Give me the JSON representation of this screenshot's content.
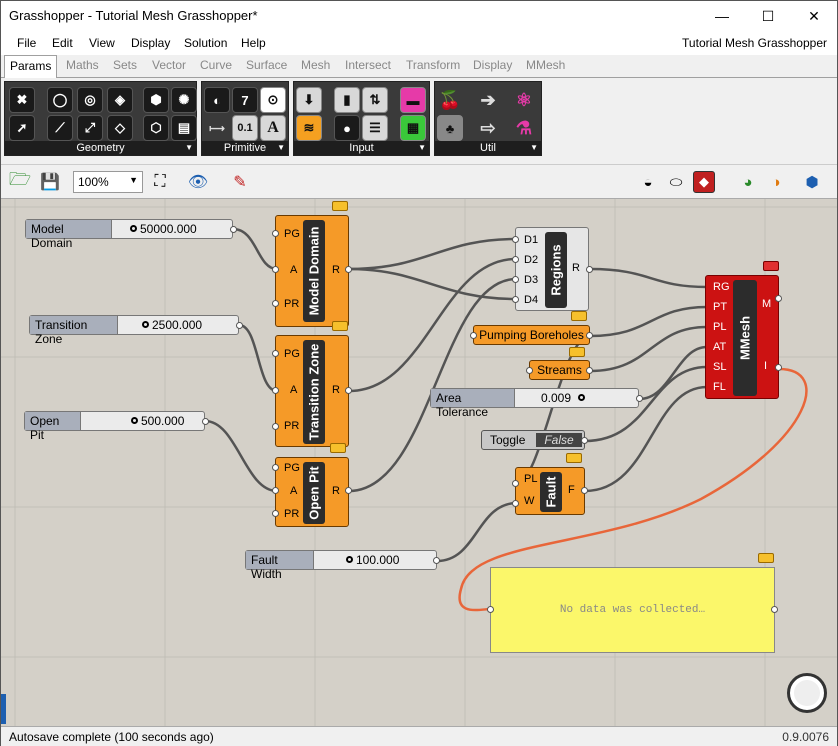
{
  "window": {
    "title": "Grasshopper - Tutorial Mesh Grasshopper*",
    "controls": {
      "min": "—",
      "max": "☐",
      "close": "✕"
    }
  },
  "menu": {
    "items": [
      "File",
      "Edit",
      "View",
      "Display",
      "Solution",
      "Help"
    ],
    "document": "Tutorial Mesh Grasshopper"
  },
  "tabs": [
    "Params",
    "Maths",
    "Sets",
    "Vector",
    "Curve",
    "Surface",
    "Mesh",
    "Intersect",
    "Transform",
    "Display",
    "MMesh"
  ],
  "ribbon": {
    "groups": [
      "Geometry",
      "Primitive",
      "Input",
      "Util"
    ]
  },
  "toolbar": {
    "zoom": "100%"
  },
  "sliders": [
    {
      "name": "Model Domain",
      "value": "50000.000"
    },
    {
      "name": "Transition Zone",
      "value": "2500.000"
    },
    {
      "name": "Open Pit",
      "value": "500.000"
    },
    {
      "name": "Area Tolerance",
      "value": "0.009"
    },
    {
      "name": "Fault Width",
      "value": "100.000"
    }
  ],
  "components": {
    "model_domain": {
      "name": "Model Domain",
      "inputs": [
        "PG",
        "A",
        "PR"
      ],
      "outputs": [
        "R"
      ]
    },
    "transition_zone": {
      "name": "Transition Zone",
      "inputs": [
        "PG",
        "A",
        "PR"
      ],
      "outputs": [
        "R"
      ]
    },
    "open_pit": {
      "name": "Open Pit",
      "inputs": [
        "PG",
        "A",
        "PR"
      ],
      "outputs": [
        "R"
      ]
    },
    "regions": {
      "name": "Regions",
      "inputs": [
        "D1",
        "D2",
        "D3",
        "D4"
      ],
      "outputs": [
        "R"
      ]
    },
    "mmesh": {
      "name": "MMesh",
      "inputs": [
        "RG",
        "PT",
        "PL",
        "AT",
        "SL",
        "FL"
      ],
      "outputs": [
        "M",
        "I"
      ]
    },
    "fault": {
      "name": "Fault",
      "inputs": [
        "PL",
        "W"
      ],
      "outputs": [
        "F"
      ]
    }
  },
  "params": {
    "pumping": "Pumping Boreholes",
    "streams": "Streams"
  },
  "toggle": {
    "name": "Toggle",
    "value": "False"
  },
  "panel": {
    "text": "No data was collected…"
  },
  "status": {
    "text": "Autosave complete (100 seconds ago)",
    "version": "0.9.0076"
  }
}
